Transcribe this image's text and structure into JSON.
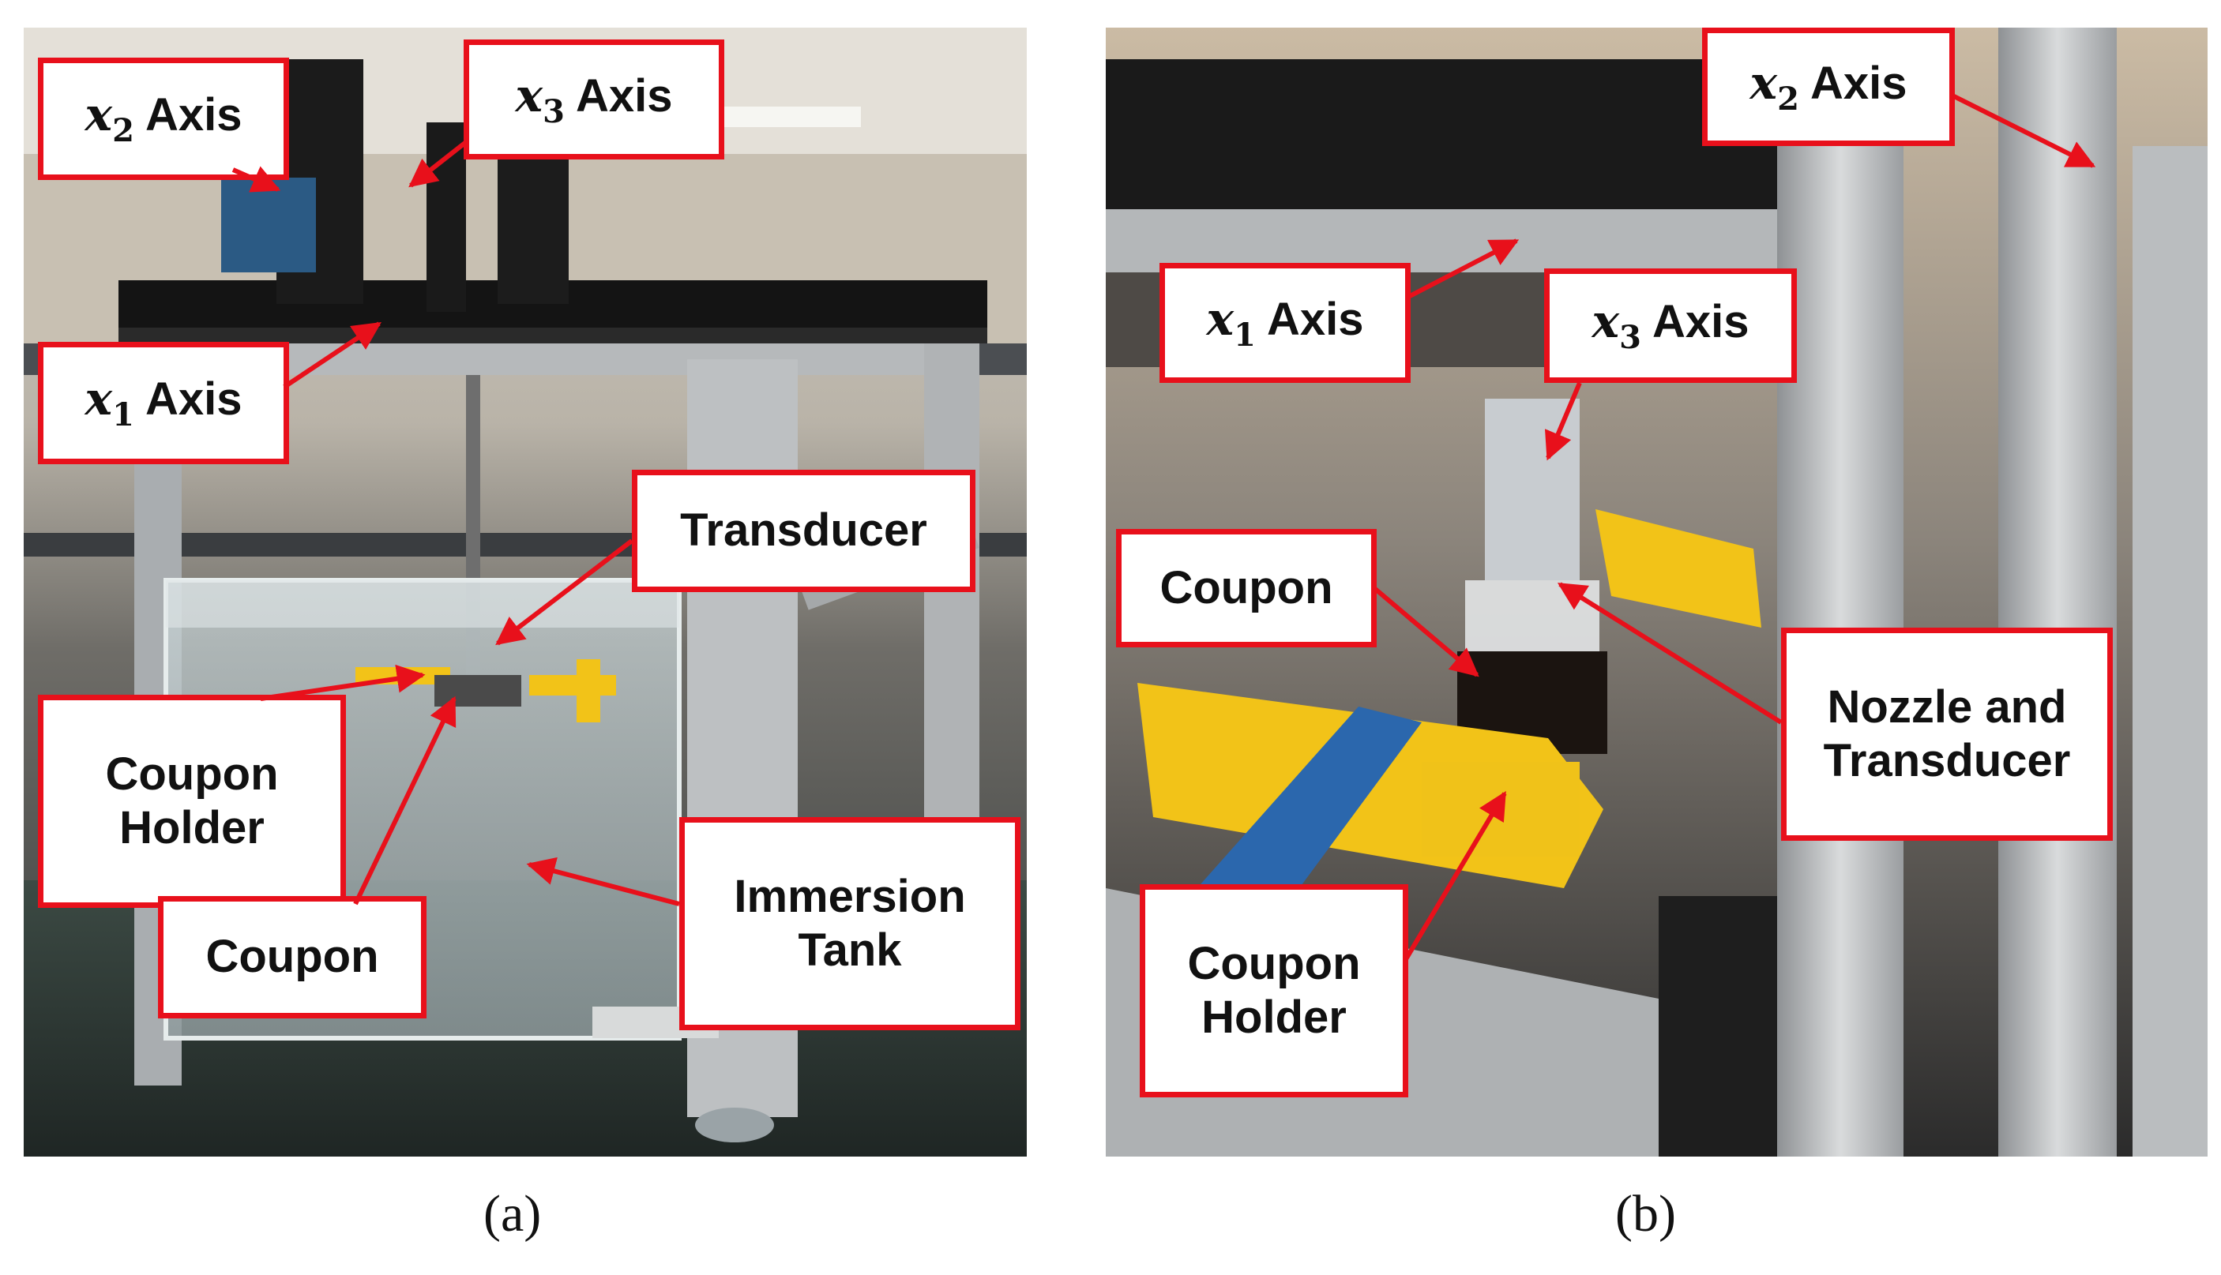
{
  "panels": [
    {
      "caption": "(a)",
      "labels": {
        "x2_axis": {
          "var": "x",
          "sub": "2",
          "text": "Axis"
        },
        "x3_axis": {
          "var": "x",
          "sub": "3",
          "text": "Axis"
        },
        "x1_axis": {
          "var": "x",
          "sub": "1",
          "text": "Axis"
        },
        "transducer": "Transducer",
        "coupon_holder": "Coupon\nHolder",
        "coupon": "Coupon",
        "immersion_tank": "Immersion\nTank"
      }
    },
    {
      "caption": "(b)",
      "labels": {
        "x2_axis": {
          "var": "x",
          "sub": "2",
          "text": "Axis"
        },
        "x1_axis": {
          "var": "x",
          "sub": "1",
          "text": "Axis"
        },
        "x3_axis": {
          "var": "x",
          "sub": "3",
          "text": "Axis"
        },
        "coupon": "Coupon",
        "nozzle_transducer": "Nozzle and\nTransducer",
        "coupon_holder": "Coupon\nHolder"
      }
    }
  ],
  "colors": {
    "callout_border": "#e8101b",
    "arrow": "#e8101b",
    "background": "#ffffff"
  }
}
